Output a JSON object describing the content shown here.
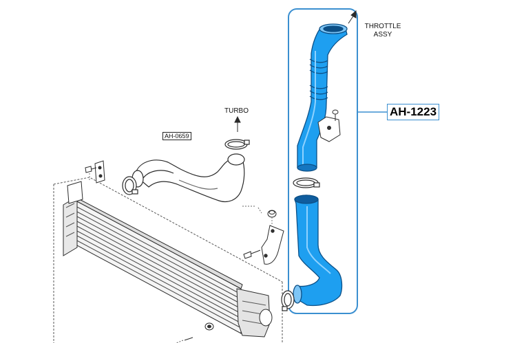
{
  "labels": {
    "throttle_line1": "THROTTLE",
    "throttle_line2": "ASSY",
    "turbo": "TURBO",
    "part_small": "AH-0659",
    "part_main": "AH-1223"
  },
  "colors": {
    "highlight": "#3a8fd0",
    "hose_fill": "#1e9ff0",
    "hose_outline": "#0c4f86",
    "line": "#2a2a2a"
  }
}
